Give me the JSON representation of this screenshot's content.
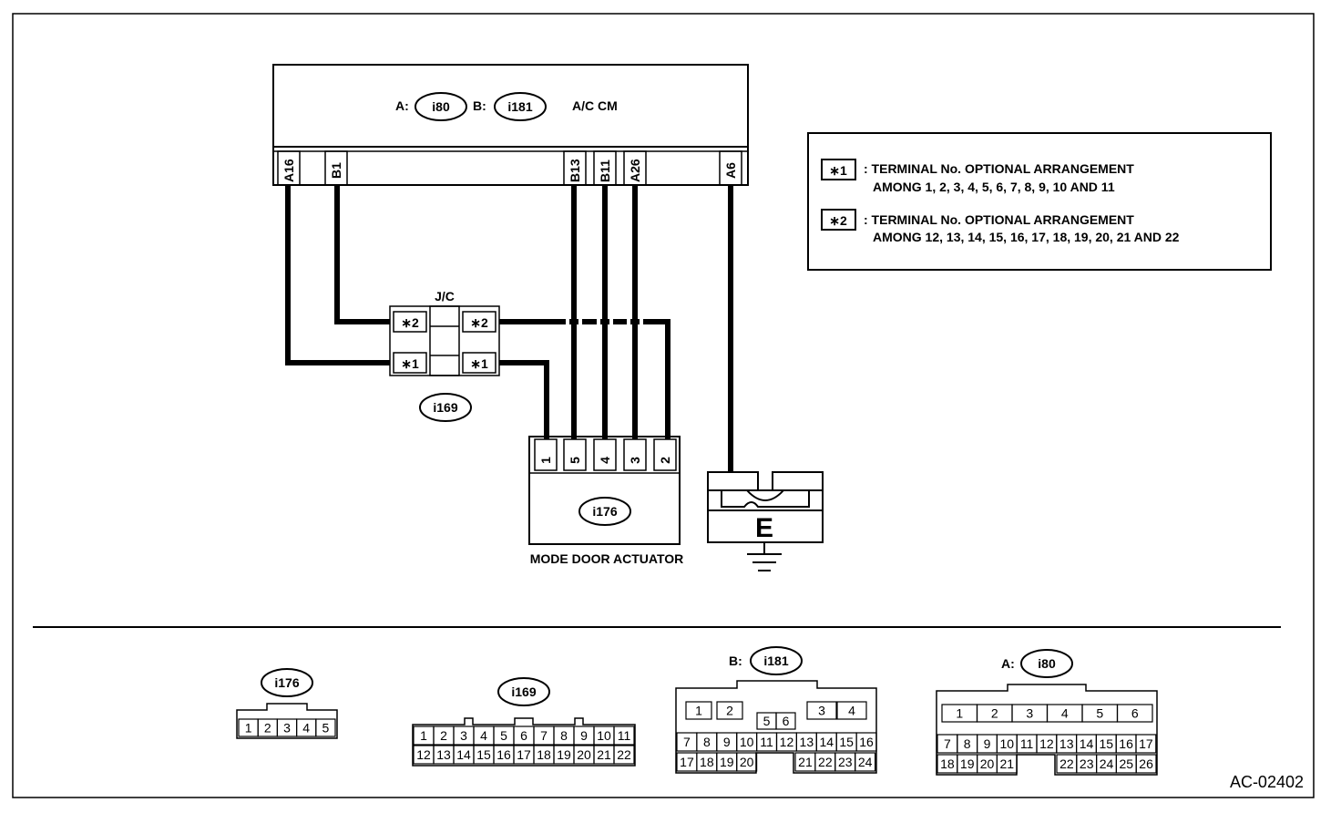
{
  "ecu": {
    "label": "A/C CM",
    "conn_a_prefix": "A:",
    "conn_a": "i80",
    "conn_b_prefix": "B:",
    "conn_b": "i181",
    "terminals": [
      "A16",
      "B1",
      "B13",
      "B11",
      "A26",
      "A6"
    ]
  },
  "legend": {
    "items": [
      {
        "marker": "∗1",
        "line1": ": TERMINAL No. OPTIONAL ARRANGEMENT",
        "line2": "AMONG 1, 2, 3, 4, 5, 6, 7, 8, 9, 10 AND 11"
      },
      {
        "marker": "∗2",
        "line1": ": TERMINAL No. OPTIONAL ARRANGEMENT",
        "line2": "AMONG 12, 13, 14, 15, 16, 17, 18, 19, 20, 21 AND 22"
      }
    ]
  },
  "junction": {
    "label": "J/C",
    "connector": "i169",
    "pins": [
      "∗2",
      "∗1",
      "∗2",
      "∗1"
    ]
  },
  "actuator": {
    "connector": "i176",
    "label": "MODE DOOR ACTUATOR",
    "pins": [
      "1",
      "5",
      "4",
      "3",
      "2"
    ]
  },
  "ground": {
    "label": "E"
  },
  "connector_views": {
    "i176": {
      "label": "i176",
      "pins": [
        "1",
        "2",
        "3",
        "4",
        "5"
      ]
    },
    "i169": {
      "label": "i169",
      "row1": [
        "1",
        "2",
        "3",
        "4",
        "5",
        "6",
        "7",
        "8",
        "9",
        "10",
        "11"
      ],
      "row2": [
        "12",
        "13",
        "14",
        "15",
        "16",
        "17",
        "18",
        "19",
        "20",
        "21",
        "22"
      ]
    },
    "i181": {
      "prefix": "B:",
      "label": "i181",
      "top": [
        "1",
        "2",
        "5",
        "6",
        "3",
        "4"
      ],
      "row1": [
        "7",
        "8",
        "9",
        "10",
        "11",
        "12",
        "13",
        "14",
        "15",
        "16"
      ],
      "row2": [
        "17",
        "18",
        "19",
        "20",
        "21",
        "22",
        "23",
        "24"
      ]
    },
    "i80": {
      "prefix": "A:",
      "label": "i80",
      "top": [
        "1",
        "2",
        "3",
        "4",
        "5",
        "6"
      ],
      "row1": [
        "7",
        "8",
        "9",
        "10",
        "11",
        "12",
        "13",
        "14",
        "15",
        "16",
        "17"
      ],
      "row2": [
        "18",
        "19",
        "20",
        "21",
        "22",
        "23",
        "24",
        "25",
        "26"
      ]
    }
  },
  "figure_code": "AC-02402"
}
